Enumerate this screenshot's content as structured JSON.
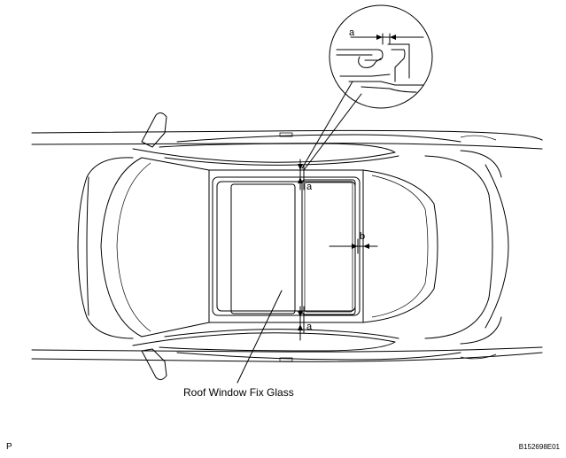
{
  "labels": {
    "callout": "Roof Window Fix Glass",
    "dim_a": "a",
    "dim_b": "b",
    "corner_left": "P",
    "corner_right": "B152698E01"
  }
}
